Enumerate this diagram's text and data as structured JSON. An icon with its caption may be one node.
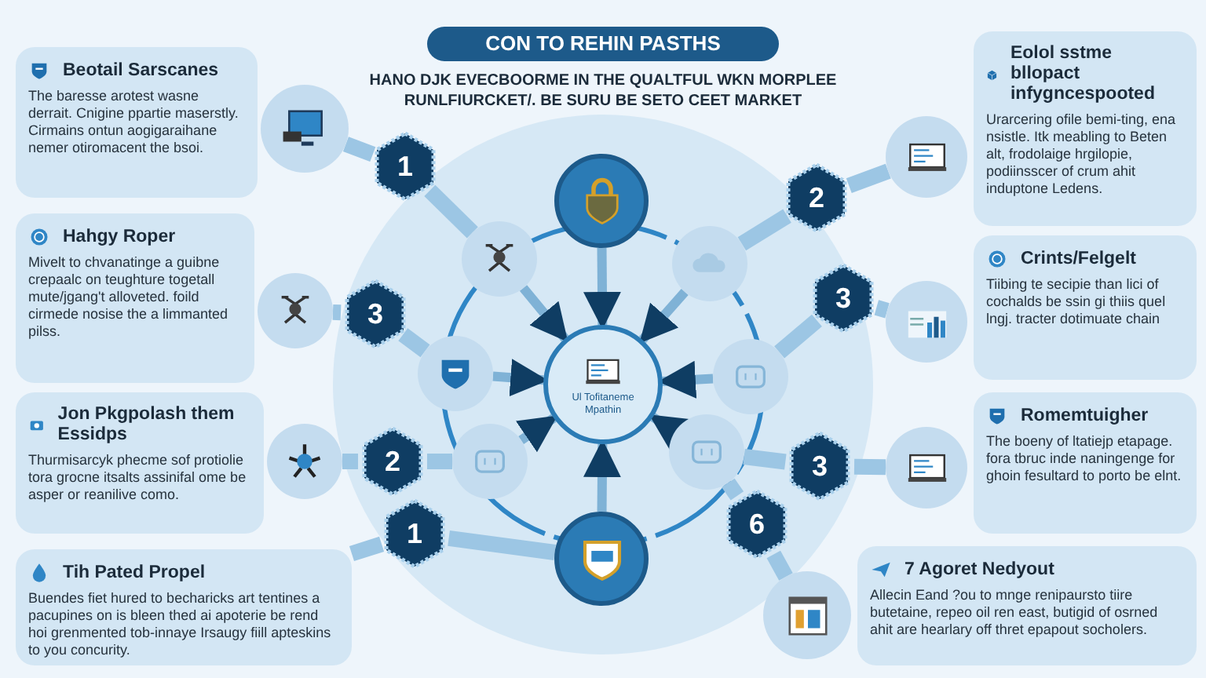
{
  "diagram": {
    "title": "CON TO REHIN PASTHS",
    "nodes": [
      {
        "text": [
          "Beotail Sarscanes",
          "The baresse arotest wasne derrait. Cnigine ppartie maserstly. Cirmains ontun aogigaraihane nemer otiromacent the bsoi."
        ]
      },
      {
        "text": [
          "Hahgy Roper",
          "Mivelt to chvanatinge a guibne crepaalc on teughture togetall mute/jgang't alloveted. foild cirmede nosise the a limmanted pilss."
        ]
      },
      {
        "text": [
          "Jon Pkgpolash them Essidps",
          "Thurmisarcyk phecme sof protiolie tora grocne itsalts assinifal ome be asper or reanilive como."
        ]
      },
      {
        "text": [
          "Tih Pated Propel",
          "Buendes fiet hured to becharicks art tentines a pacupines on is bleen thed ai apoterie be rend hoi grenmented tob-innaye Irsaugy fiill apteskins to you concurity."
        ]
      },
      {
        "text": [
          "Eolol sstme bllopact infygncespooted",
          "Urarcering ofile bemi-ting, ena nsistle. Itk meabling to Beten alt, frodolaige hrgilopie, podiinsscer of crum ahit induptone Ledens."
        ]
      },
      {
        "text": [
          "Crints/Felgelt",
          "Tiibing te secipie than lici of cochalds be ssin gi thiis quel lngj. tracter dotimuate chain"
        ]
      },
      {
        "text": [
          "Romemtuigher",
          "The boeny of ltatiejp etapage. fora tbruc inde naningenge for ghoin fesultard to porto be elnt."
        ]
      },
      {
        "text": [
          "7 Agoret Nedyout",
          "Allecin Eand ?ou to mnge renipaursto tiire butetaine, repeo oil ren east, butigid of osrned ahit are hearlary off thret epapout socholers."
        ]
      },
      {
        "text": [],
        "shape": "picture"
      },
      {
        "text": [],
        "shape": "picture"
      },
      {
        "text": [],
        "shape": "picture"
      },
      {
        "text": [],
        "shape": "picture"
      },
      {
        "text": [],
        "shape": "picture"
      },
      {
        "text": [],
        "shape": "picture"
      },
      {
        "text": [],
        "shape": "picture"
      },
      {
        "text": [
          "1"
        ]
      },
      {
        "text": [
          "3"
        ]
      },
      {
        "text": [
          "2"
        ]
      },
      {
        "text": [
          "1"
        ]
      },
      {
        "text": [
          "2"
        ]
      },
      {
        "text": [
          "3"
        ]
      },
      {
        "text": [
          "3"
        ]
      },
      {
        "text": [
          "6"
        ]
      },
      {
        "text": [
          "Ul Tofitaneme Mpathin"
        ]
      },
      {
        "text": [],
        "shape": "picture"
      },
      {
        "text": [],
        "shape": "picture"
      },
      {
        "text": [],
        "shape": "picture"
      },
      {
        "text": [],
        "shape": "picture"
      },
      {
        "text": [],
        "shape": "picture"
      },
      {
        "text": [],
        "shape": "picture"
      },
      {
        "text": [],
        "shape": "picture"
      },
      {
        "text": [],
        "shape": "picture"
      }
    ],
    "edges": [
      {
        "from": 8,
        "to": 15,
        "arrow": "none"
      },
      {
        "from": 9,
        "to": 16,
        "arrow": "none"
      },
      {
        "from": 10,
        "to": 17,
        "arrow": "none"
      },
      {
        "from": 3,
        "to": 18,
        "arrow": "none"
      },
      {
        "from": 11,
        "to": 19,
        "arrow": "none"
      },
      {
        "from": 12,
        "to": 20,
        "arrow": "none"
      },
      {
        "from": 13,
        "to": 21,
        "arrow": "none"
      },
      {
        "from": 14,
        "to": 22,
        "arrow": "none"
      },
      {
        "from": 15,
        "to": 25,
        "arrow": "none"
      },
      {
        "from": 16,
        "to": 27,
        "arrow": "none"
      },
      {
        "from": 17,
        "to": 29,
        "arrow": "none"
      },
      {
        "from": 18,
        "to": 31,
        "arrow": "none"
      },
      {
        "from": 19,
        "to": 26,
        "arrow": "none"
      },
      {
        "from": 20,
        "to": 28,
        "arrow": "none"
      },
      {
        "from": 21,
        "to": 30,
        "arrow": "none"
      },
      {
        "from": 22,
        "to": 30,
        "arrow": "none"
      },
      {
        "from": 24,
        "to": 23,
        "arrow": "to"
      },
      {
        "from": 25,
        "to": 23,
        "arrow": "to"
      },
      {
        "from": 26,
        "to": 23,
        "arrow": "to"
      },
      {
        "from": 27,
        "to": 23,
        "arrow": "to"
      },
      {
        "from": 28,
        "to": 23,
        "arrow": "to"
      },
      {
        "from": 29,
        "to": 23,
        "arrow": "to"
      },
      {
        "from": 30,
        "to": 23,
        "arrow": "to"
      },
      {
        "from": 31,
        "to": 23,
        "arrow": "to"
      }
    ],
    "labels": [
      "HANO DJK EVECBOORME IN THE QUALTFUL WKN MORPLEE RUNLFIURCKET/. BE SURU BE SETO CEET MARKET"
    ]
  }
}
